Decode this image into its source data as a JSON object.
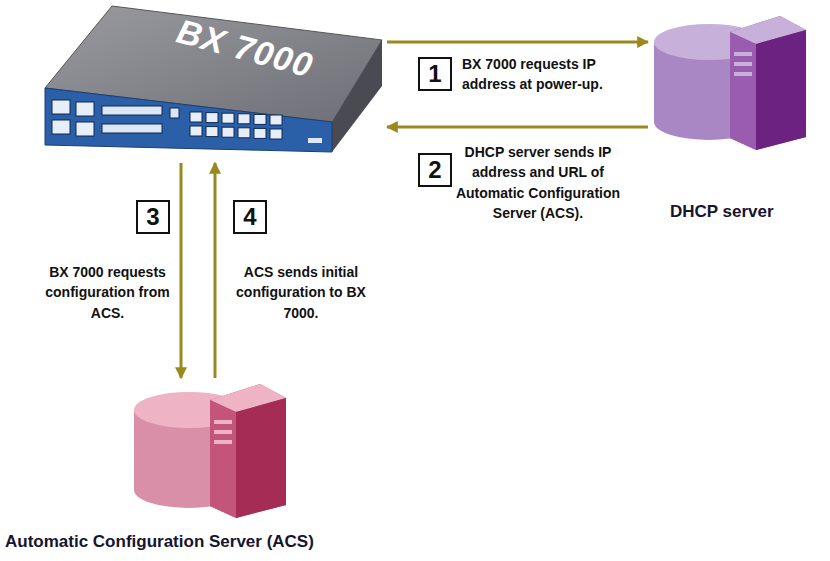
{
  "diagram": {
    "nodes": [
      {
        "text": [
          "BX 7000"
        ]
      },
      {
        "text": [
          "DHCP server"
        ]
      },
      {
        "text": [
          "Automatic Configuration Server (ACS)"
        ]
      }
    ],
    "edges": [
      {
        "from": 0,
        "to": 1,
        "arrow": "to",
        "label": "BX 7000 requests IP address at power-up."
      },
      {
        "from": 1,
        "to": 0,
        "arrow": "to",
        "label": "DHCP server sends IP address and URL of Automatic Configuration Server (ACS)."
      },
      {
        "from": 0,
        "to": 2,
        "arrow": "to",
        "label": "BX 7000 requests configuration from ACS."
      },
      {
        "from": 2,
        "to": 0,
        "arrow": "to",
        "label": "ACS sends initial configuration to BX 7000."
      }
    ],
    "labels": [
      "1",
      "2",
      "3",
      "4"
    ]
  }
}
